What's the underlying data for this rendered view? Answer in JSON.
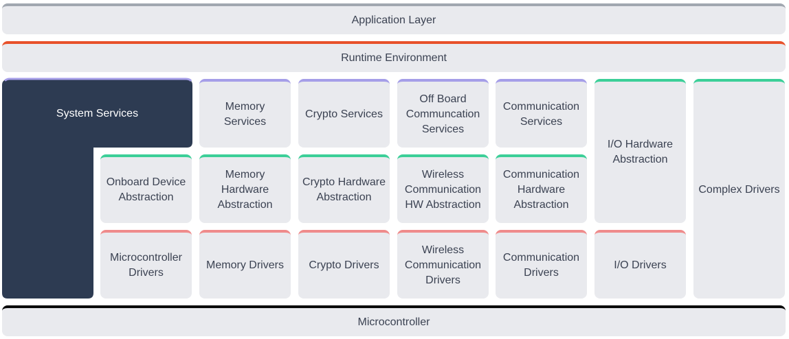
{
  "layers": {
    "application": "Application Layer",
    "runtime": "Runtime Environment",
    "microcontroller": "Microcontroller"
  },
  "system_services": "System Services",
  "services_row": [
    "Memory Services",
    "Crypto Services",
    "Off Board Communcation Services",
    "Communication Services"
  ],
  "abstraction_row": [
    "Onboard Device Abstraction",
    "Memory Hardware Abstraction",
    "Crypto Hardware Abstraction",
    "Wireless Communication HW Abstraction",
    "Communication Hardware Abstraction"
  ],
  "drivers_row": [
    "Microcontroller Drivers",
    "Memory Drivers",
    "Crypto Drivers",
    "Wireless Communication Drivers",
    "Communication Drivers",
    "I/O Drivers"
  ],
  "io_hw_abstraction": "I/O Hardware Abstraction",
  "complex_drivers": "Complex Drivers",
  "colors": {
    "system_services_bg": "#2d3b52",
    "services_accent": "#a59ee8",
    "abstraction_accent": "#3ccf98",
    "drivers_accent": "#ef8b8b",
    "runtime_accent": "#e8512a",
    "application_accent": "#a1a7b0",
    "microcontroller_accent": "#0a0a0a",
    "box_bg": "#e9eaee"
  }
}
